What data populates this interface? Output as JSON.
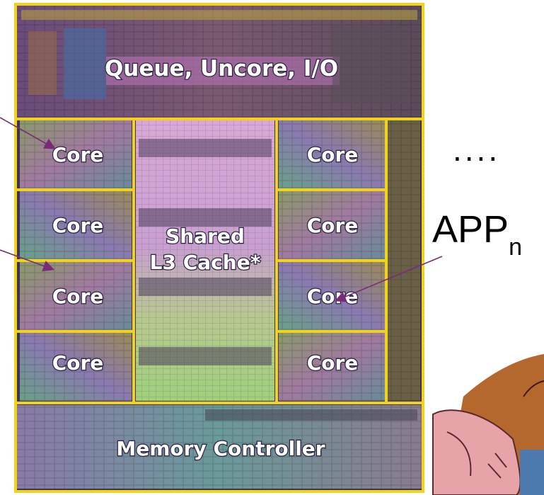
{
  "die": {
    "top_label": "Queue, Uncore, I/O",
    "core_label": "Core",
    "cache_label_line1": "Shared",
    "cache_label_line2": "L3 Cache*",
    "memory_label": "Memory Controller"
  },
  "side": {
    "ellipsis": "....",
    "app_label": "APP",
    "app_subscript": "n"
  },
  "colors": {
    "frame": "#f2d21b",
    "arrow": "#7a2a78",
    "die_dark": "#3a3450",
    "cache_pink": "#c89ac8",
    "cache_green": "#a8d08a"
  }
}
